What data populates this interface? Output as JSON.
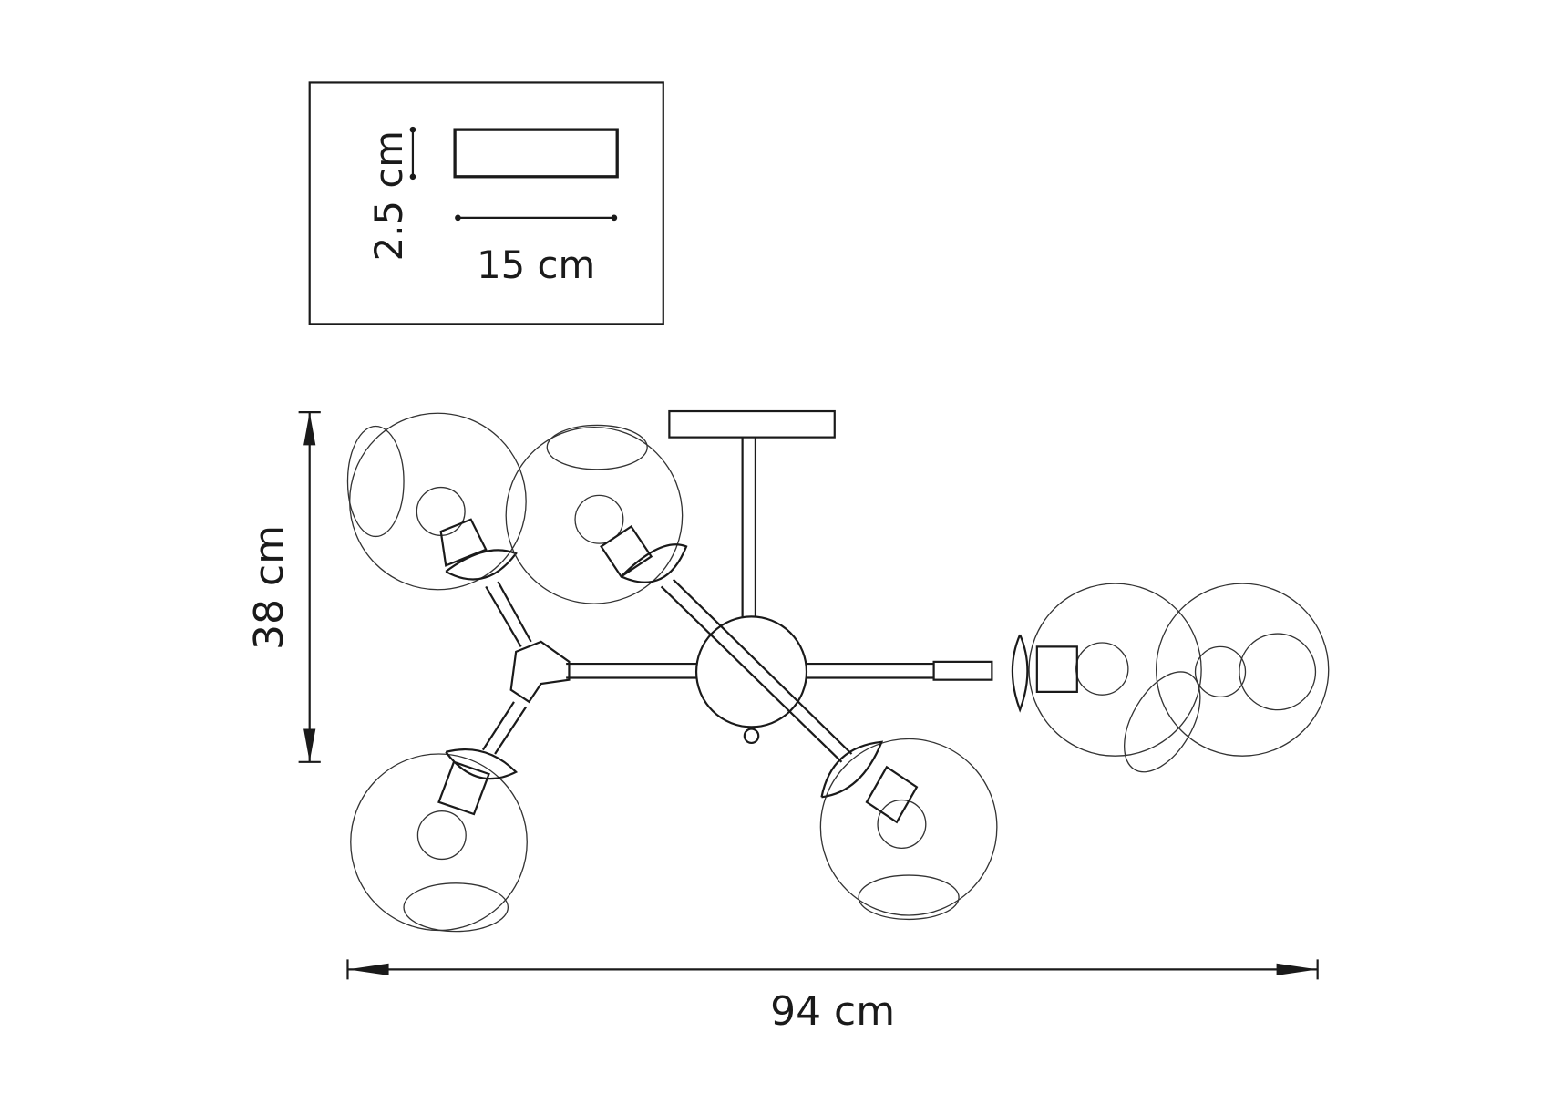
{
  "inset": {
    "base_height_label": "2.5 cm",
    "base_width_label": "15 cm"
  },
  "dimensions": {
    "height_label": "38 cm",
    "width_label": "94 cm"
  },
  "colors": {
    "line": "#1a1a1a",
    "background": "#ffffff"
  }
}
